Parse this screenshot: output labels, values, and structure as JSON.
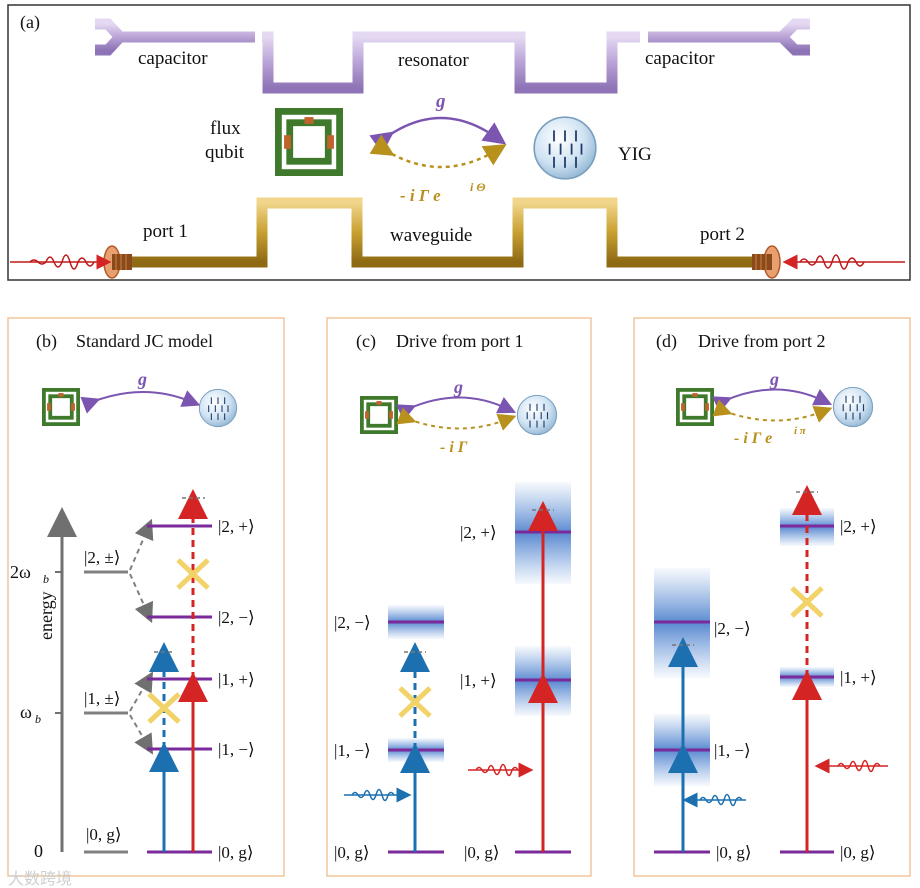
{
  "panel_a": {
    "tag": "(a)",
    "capacitor_left": "capacitor",
    "capacitor_right": "capacitor",
    "resonator": "resonator",
    "flux_line1": "flux",
    "flux_line2": "qubit",
    "coupling_g": "g",
    "coupling_dissipative": "- i Γ e",
    "coupling_phase": "i Θ",
    "yig": "YIG",
    "port1": "port 1",
    "port2": "port 2",
    "waveguide": "waveguide"
  },
  "panel_b": {
    "tag": "(b)",
    "title": "Standard  JC model",
    "coupling_g": "g",
    "axis_label": "energy",
    "tick_2wb": "2ω",
    "tick_wb": "ω",
    "tick_sub": "b",
    "tick_0": "0",
    "bare_2": "|2, ±⟩",
    "bare_1": "|1, ±⟩",
    "bare_0": "|0, g⟩",
    "lvl_2p": "|2, +⟩",
    "lvl_2m": "|2, −⟩",
    "lvl_1p": "|1, +⟩",
    "lvl_1m": "|1, −⟩",
    "lvl_0": "|0, g⟩"
  },
  "panel_c": {
    "tag": "(c)",
    "title": "Drive from port 1",
    "coupling_g": "g",
    "coupling_dissipative": "- i Γ",
    "lvl_2m": "|2, −⟩",
    "lvl_1m": "|1, −⟩",
    "lvl_0_left": "|0, g⟩",
    "lvl_2p": "|2, +⟩",
    "lvl_1p": "|1, +⟩",
    "lvl_0_right": "|0, g⟩"
  },
  "panel_d": {
    "tag": "(d)",
    "title": "Drive from port 2",
    "coupling_g": "g",
    "coupling_dissipative": "- i Γ e",
    "coupling_phase": "i π",
    "lvl_2m": "|2, −⟩",
    "lvl_1m": "|1, −⟩",
    "lvl_0_left": "|0, g⟩",
    "lvl_2p": "|2, +⟩",
    "lvl_1p": "|1, +⟩",
    "lvl_0_right": "|0, g⟩"
  },
  "watermark": "大数跨境",
  "colors": {
    "resonator": "#b9a3d6",
    "waveguide": "#c8a030",
    "qubit_frame": "#3f7a2c",
    "level": "#7a2a9a",
    "blue_arrow": "#1c70b0",
    "red_arrow": "#d42424",
    "cross": "#f2d36a",
    "panel_border": "#f0c59a",
    "coupling_g": "#7b55b0",
    "coupling_dissip": "#b8901c"
  }
}
